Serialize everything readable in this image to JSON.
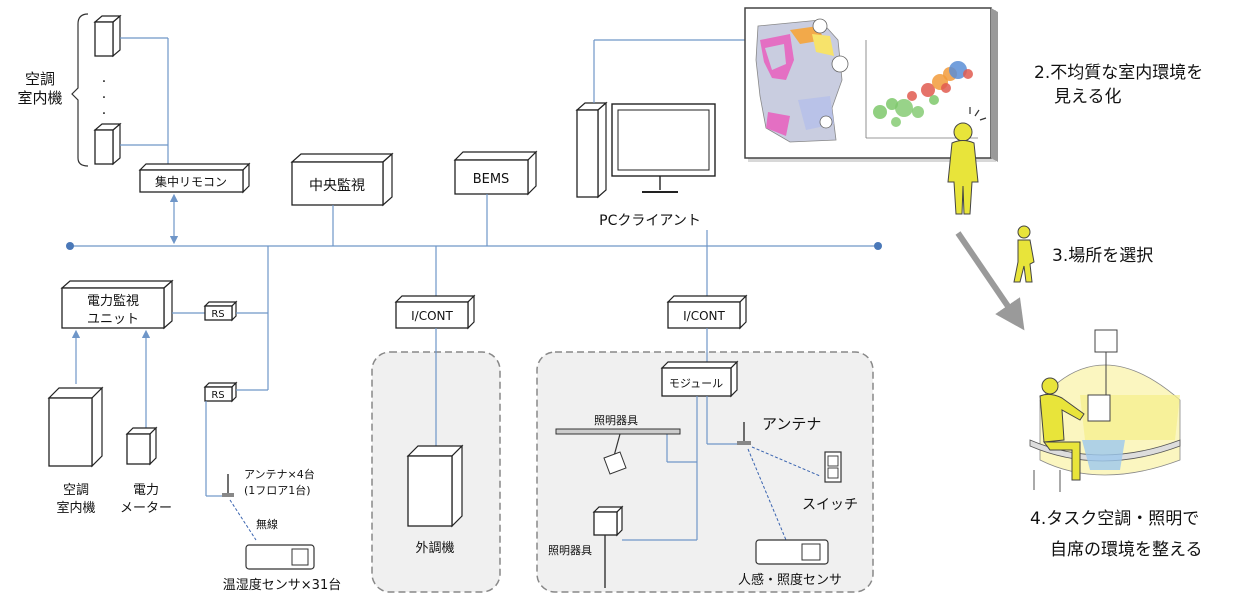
{
  "indoor_unit_group": {
    "label_line1": "空調",
    "label_line2": "室内機"
  },
  "central_remote": "集中リモコン",
  "central_monitor": "中央監視",
  "bems": "BEMS",
  "pc_client": "PCクライアント",
  "power_monitor": {
    "line1": "電力監視",
    "line2": "ユニット"
  },
  "rs_label": "RS",
  "icont_label": "I/CONT",
  "bottom_left": {
    "indoor_unit_line1": "空調",
    "indoor_unit_line2": "室内機",
    "meter_line1": "電力",
    "meter_line2": "メーター"
  },
  "antenna_count": {
    "line1": "アンテナ×4台",
    "line2": "(1フロア1台)"
  },
  "wireless": "無線",
  "temp_humidity_sensor": "温湿度センサ×31台",
  "outdoor_unit": "外調機",
  "module": "モジュール",
  "lighting_fixture": "照明器具",
  "antenna": "アンテナ",
  "switch": "スイッチ",
  "presence_sensor": "人感・照度センサ",
  "step2": {
    "line1": "2.不均質な室内環境を",
    "line2": "見える化"
  },
  "step3": "3.場所を選択",
  "step4": {
    "line1": "4.タスク空調・照明で",
    "line2": "自席の環境を整える"
  },
  "colors": {
    "line": "#6f96c8",
    "accent_yellow": "#e8e43a",
    "panel_fill": "#f0f0f0"
  }
}
